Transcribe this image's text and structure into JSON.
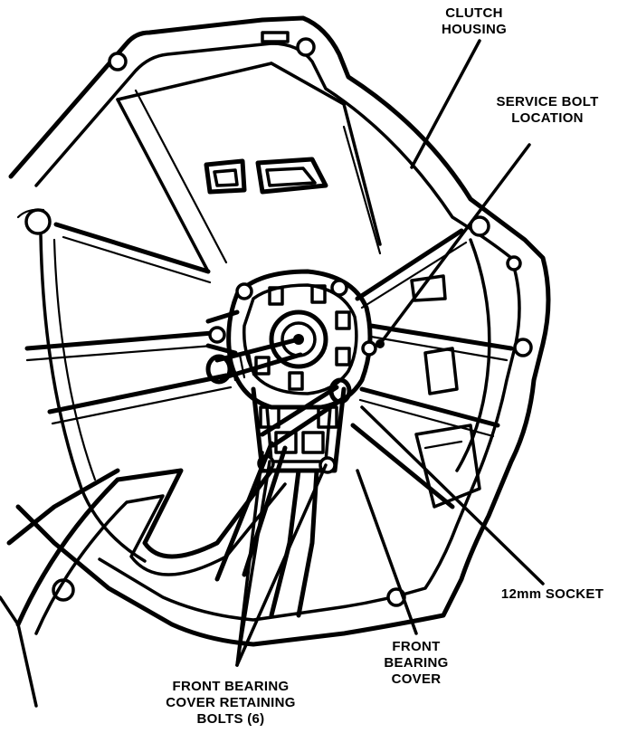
{
  "labels": {
    "clutch_housing": [
      "CLUTCH",
      "HOUSING"
    ],
    "service_bolt": [
      "SERVICE BOLT",
      "LOCATION"
    ],
    "socket": [
      "12mm SOCKET"
    ],
    "front_bearing_cover": [
      "FRONT",
      "BEARING",
      "COVER"
    ],
    "retaining_bolts": [
      "FRONT BEARING",
      "COVER RETAINING",
      "BOLTS (6)"
    ]
  },
  "colors": {
    "ink": "#000000",
    "paper": "#ffffff"
  }
}
